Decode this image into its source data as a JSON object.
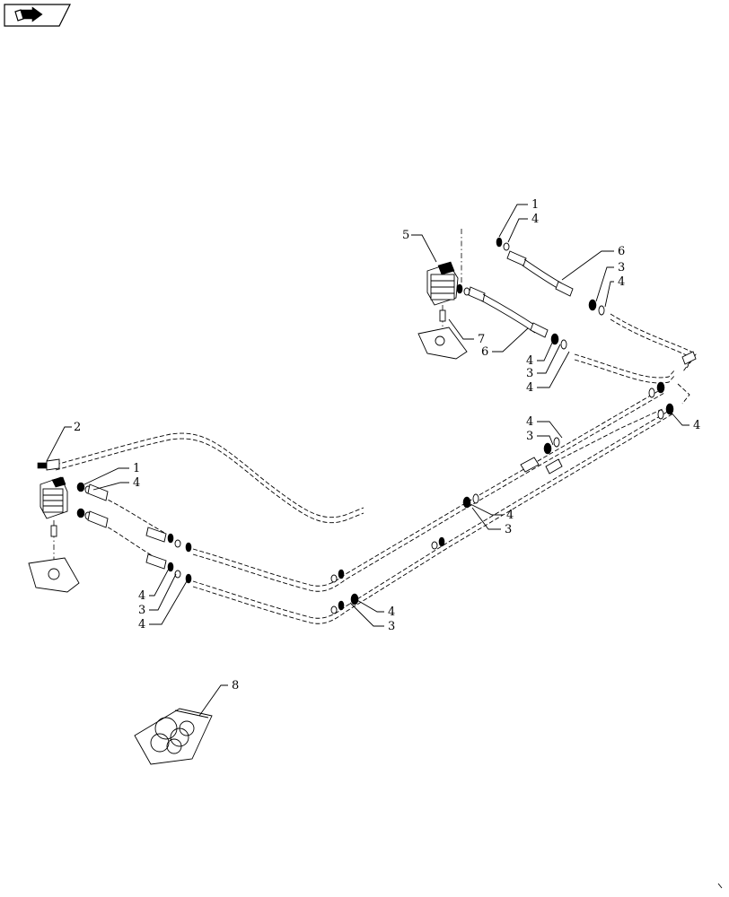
{
  "nav_icon": "next-page-arrow-icon",
  "callouts": {
    "c1a": "1",
    "c4a": "4",
    "c5": "5",
    "c6a": "6",
    "c3a": "3",
    "c4b": "4",
    "c7": "7",
    "c6b": "6",
    "c4c": "4",
    "c3b": "3",
    "c4d": "4",
    "c4e": "4",
    "c3c": "3",
    "c4f": "4",
    "c2": "2",
    "c1b": "1",
    "c4g": "4",
    "c4h": "4",
    "c3d": "3",
    "c4i": "4",
    "c3e": "3",
    "c4j": "4",
    "c4k": "4",
    "c3f": "3",
    "c8": "8"
  }
}
